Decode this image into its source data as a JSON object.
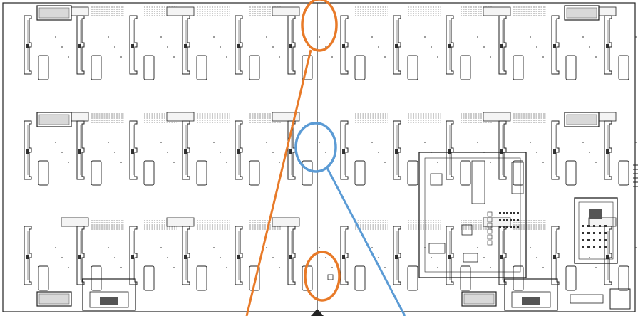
{
  "drawing": {
    "background": "#ffffff",
    "line_color": "#222222",
    "hatch_color": "#b8b8b8",
    "grid_rows": 3,
    "grid_columns": 12
  },
  "callouts": [
    {
      "id": "top",
      "color": "#e87a28",
      "shape": "ellipse"
    },
    {
      "id": "middle",
      "color": "#5b9bd5",
      "shape": "ellipse"
    },
    {
      "id": "bottom",
      "color": "#e87a28",
      "shape": "ellipse"
    }
  ]
}
